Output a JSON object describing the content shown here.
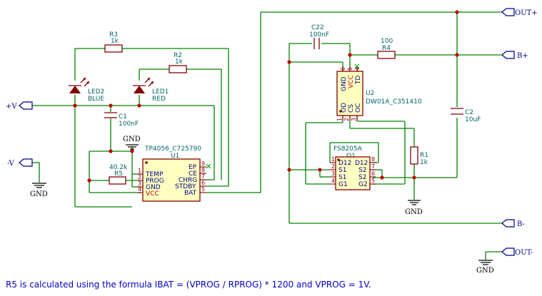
{
  "ports": {
    "vplus": "+V",
    "vminus": "-V",
    "out_plus": "OUT+",
    "out_minus": "OUT-",
    "b_plus": "B+",
    "b_minus": "B-"
  },
  "gnd_label": "GND",
  "components": {
    "r3": {
      "ref": "R3",
      "value": "1k"
    },
    "r2": {
      "ref": "R2",
      "value": "1k"
    },
    "led2": {
      "ref": "LED2",
      "value": "BLUE"
    },
    "led1": {
      "ref": "LED1",
      "value": "RED"
    },
    "c1": {
      "ref": "C1",
      "value": "100nF"
    },
    "r5": {
      "ref": "R5",
      "value": "40.2k"
    },
    "u1": {
      "part": "TP4056_C725790",
      "ref": "U1",
      "left_pins": [
        {
          "num": "1",
          "name": "TEMP"
        },
        {
          "num": "2",
          "name": "PROG"
        },
        {
          "num": "3",
          "name": "GND"
        },
        {
          "num": "4",
          "name": "VCC"
        }
      ],
      "right_pins": [
        {
          "num": "9",
          "name": "EP"
        },
        {
          "num": "8",
          "name": "CE"
        },
        {
          "num": "7",
          "name": "CHRG"
        },
        {
          "num": "6",
          "name": "STDBY"
        },
        {
          "num": "5",
          "name": "BAT"
        }
      ]
    },
    "c22": {
      "ref": "C22",
      "value": "100nF"
    },
    "r4": {
      "ref": "R4",
      "value": "100"
    },
    "u2": {
      "part": "DW01A_C351410",
      "ref": "U2",
      "top_pins": [
        {
          "num": "6",
          "name": "GND"
        },
        {
          "num": "5",
          "name": "VCC"
        },
        {
          "num": "4",
          "name": "TD"
        }
      ],
      "bottom_pins": [
        {
          "num": "1",
          "name": "OD"
        },
        {
          "num": "2",
          "name": "CS"
        },
        {
          "num": "3",
          "name": "OC"
        }
      ]
    },
    "c2": {
      "ref": "C2",
      "value": "10uF"
    },
    "q1": {
      "part": "FS8205A",
      "ref": "Q1",
      "left_pins": [
        {
          "num": "1",
          "name": "D12"
        },
        {
          "num": "2",
          "name": "S1"
        },
        {
          "num": "3",
          "name": "S1"
        },
        {
          "num": "4",
          "name": "G1"
        }
      ],
      "right_pins": [
        {
          "num": "8",
          "name": "D12"
        },
        {
          "num": "7",
          "name": "S2"
        },
        {
          "num": "6",
          "name": "S2"
        },
        {
          "num": "5",
          "name": "G2"
        }
      ]
    },
    "r1": {
      "ref": "R1",
      "value": "1k"
    }
  },
  "note": "R5 is calculated using the formula IBAT = (VPROG / RPROG) * 1200 and VPROG = 1V.",
  "colors": {
    "wire": "#008400",
    "junction": "#c00000",
    "component": "#840000",
    "ic_fill": "#ffffc2",
    "pin_name": "#000084",
    "reference": "#006464",
    "note": "#0000c8"
  }
}
